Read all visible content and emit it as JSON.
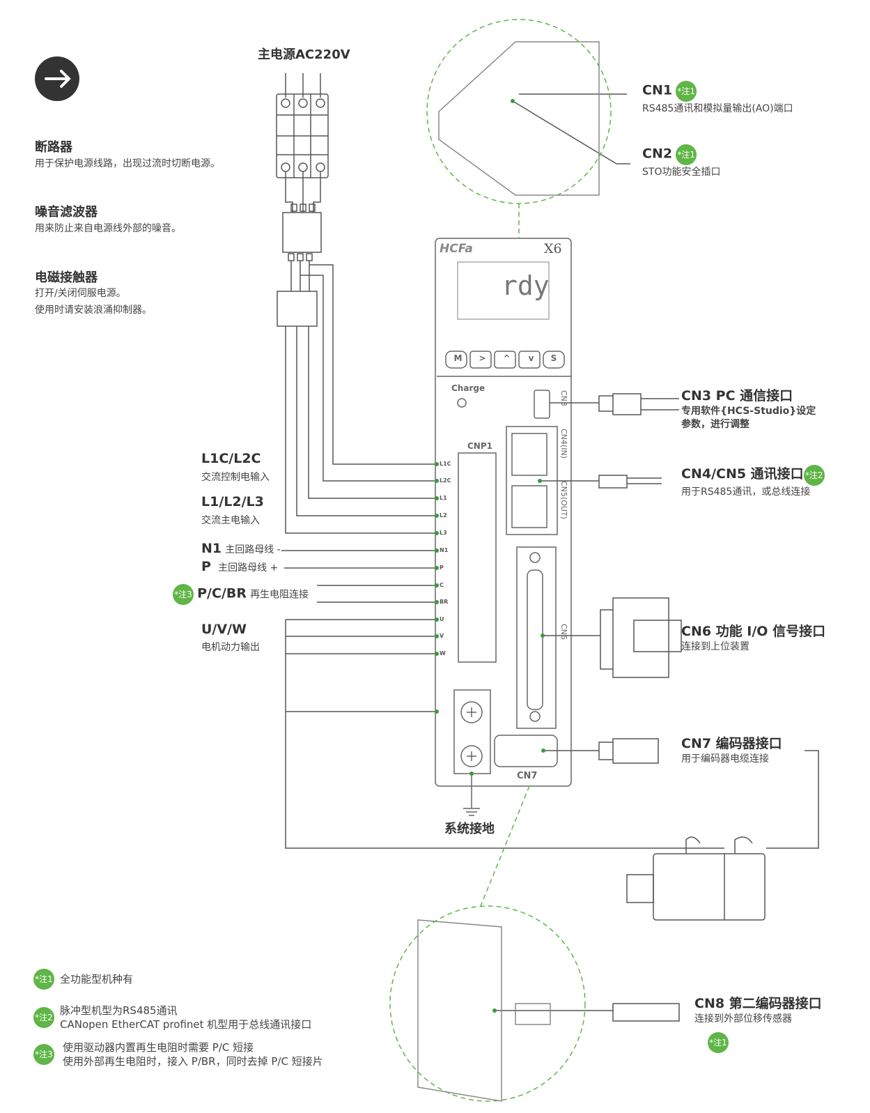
{
  "colors": {
    "accent": "#5fb546",
    "line": "#444444",
    "dark": "#333333"
  },
  "power": {
    "title": "主电源AC220V"
  },
  "left": {
    "breaker": {
      "title": "断路器",
      "desc": "用于保护电源线路，出现过流时切断电源。"
    },
    "filter": {
      "title": "噪音滤波器",
      "desc": "用来防止来自电源线外部的噪音。"
    },
    "contactor": {
      "title": "电磁接触器",
      "desc1": "打开/关闭伺服电源。",
      "desc2": "使用时请安装浪涌抑制器。"
    },
    "l1c": {
      "title": "L1C/L2C",
      "desc": "交流控制电输入"
    },
    "l123": {
      "title": "L1/L2/L3",
      "desc": "交流主电输入"
    },
    "n1": {
      "title": "N1",
      "desc": "主回路母线 -"
    },
    "p": {
      "title": "P",
      "desc": "主回路母线 +"
    },
    "pcbr": {
      "note": "*注3",
      "title": "P/C/BR",
      "desc": "再生电阻连接"
    },
    "uvw": {
      "title": "U/V/W",
      "desc": "电机动力输出"
    }
  },
  "driver": {
    "brand": "HCFa",
    "model": "X6",
    "display": "rdy",
    "buttons": [
      "M",
      ">",
      "^",
      "v",
      "S"
    ],
    "charge": "Charge",
    "cnp1": "CNP1",
    "cn7": "CN7",
    "cn3": "CN3",
    "cn4": "CN4(IN)",
    "cn5": "CN5(OUT)",
    "cn6": "CN6",
    "pins": [
      "L1C",
      "L2C",
      "L1",
      "L2",
      "L3",
      "N1",
      "P",
      "C",
      "BR",
      "U",
      "V",
      "W"
    ]
  },
  "ground": {
    "label": "系统接地"
  },
  "right": {
    "cn1": {
      "title": "CN1",
      "note": "*注1",
      "desc": "RS485通讯和模拟量输出(AO)端口"
    },
    "cn2": {
      "title": "CN2",
      "note": "*注1",
      "desc": "STO功能安全插口"
    },
    "cn3": {
      "title": "CN3  PC 通信接口",
      "desc1": "专用软件{HCS-Studio}设定",
      "desc2": "参数，进行调整"
    },
    "cn45": {
      "title": "CN4/CN5  通讯接口",
      "note": "*注2",
      "desc": "用于RS485通讯，或总线连接"
    },
    "cn6": {
      "title": "CN6  功能 I/O 信号接口",
      "desc": "连接到上位装置"
    },
    "cn7": {
      "title": "CN7  编码器接口",
      "desc": "用于编码器电缆连接"
    },
    "cn8": {
      "title": "CN8  第二编码器接口",
      "desc": "连接到外部位移传感器",
      "note": "*注1"
    }
  },
  "notes": [
    {
      "badge": "*注1",
      "lines": [
        "全功能型机种有"
      ]
    },
    {
      "badge": "*注2",
      "lines": [
        "脉冲型机型为RS485通讯",
        "CANopen EtherCAT profinet 机型用于总线通讯接口"
      ]
    },
    {
      "badge": "*注3",
      "lines": [
        "使用驱动器内置再生电阻时需要 P/C 短接",
        "使用外部再生电阻时，接入 P/BR，同时去掉 P/C 短接片"
      ]
    }
  ]
}
